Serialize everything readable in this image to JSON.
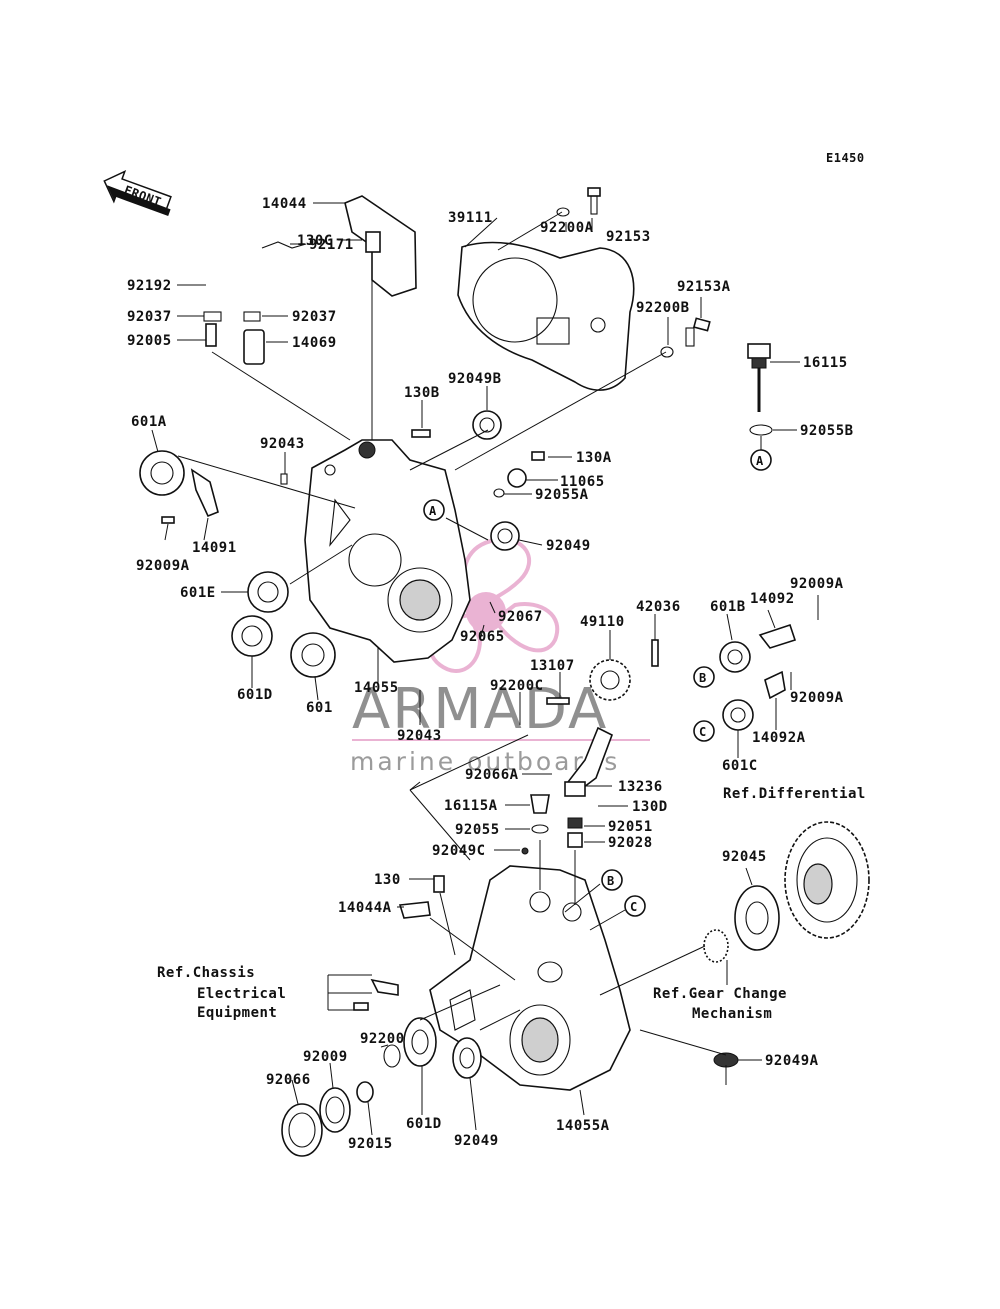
{
  "diagram_code": "E1450",
  "front_label": "FRONT",
  "watermark": {
    "brand": "ARMADA",
    "tagline": "marine outboards",
    "accent_color": "#e7a6cc",
    "brand_color": "#7d7d7d"
  },
  "callouts": {
    "A1": "A",
    "A2": "A",
    "B1": "B",
    "B2": "B",
    "C1": "C",
    "C2": "C"
  },
  "parts": {
    "p14044": "14044",
    "p130C": "130C",
    "p92192": "92192",
    "p92171": "92171",
    "p92037a": "92037",
    "p92037b": "92037",
    "p92005": "92005",
    "p14069": "14069",
    "p39111": "39111",
    "p92153": "92153",
    "p92200A": "92200A",
    "p92153A": "92153A",
    "p92200B": "92200B",
    "p16115": "16115",
    "p92055B": "92055B",
    "p130B": "130B",
    "p92049B": "92049B",
    "p601A": "601A",
    "p92043a": "92043",
    "p130A": "130A",
    "p11065": "11065",
    "p92055A": "92055A",
    "p92009Aa": "92009A",
    "p14091": "14091",
    "p92049a": "92049",
    "p601E": "601E",
    "p92067": "92067",
    "p92065": "92065",
    "p49110": "49110",
    "p42036": "42036",
    "p601B": "601B",
    "p14092": "14092",
    "p92009Ab": "92009A",
    "p92009Ac": "92009A",
    "p601D_a": "601D",
    "p601": "601",
    "p14055": "14055",
    "p13107": "13107",
    "p92200C": "92200C",
    "p14092A": "14092A",
    "p601C": "601C",
    "p92043b": "92043",
    "p92066A": "92066A",
    "p13236": "13236",
    "p16115A": "16115A",
    "p130D": "130D",
    "p92055": "92055",
    "p92051": "92051",
    "p92049C": "92049C",
    "p92028": "92028",
    "p130": "130",
    "p14044A": "14044A",
    "p92045": "92045",
    "p92200": "92200",
    "p92009": "92009",
    "p92066": "92066",
    "p601D_b": "601D",
    "p92015": "92015",
    "p92049b": "92049",
    "p14055A": "14055A",
    "p92049A": "92049A"
  },
  "references": {
    "differential": "Ref.Differential",
    "chassis_1": "Ref.Chassis",
    "chassis_2": "Electrical",
    "chassis_3": "Equipment",
    "gear_1": "Ref.Gear Change",
    "gear_2": "Mechanism"
  }
}
